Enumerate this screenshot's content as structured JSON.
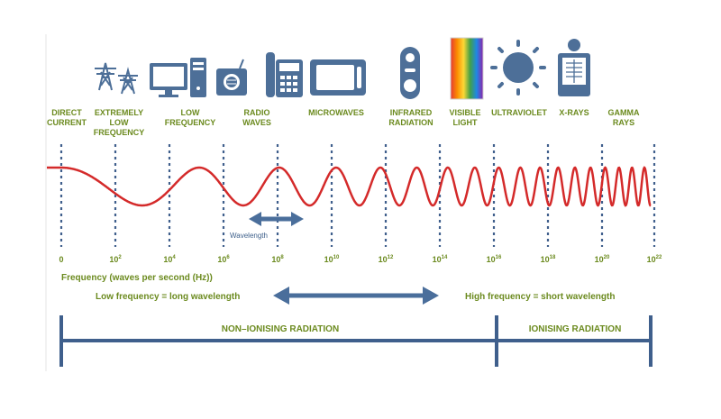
{
  "categories": [
    {
      "id": "direct-current",
      "lines": [
        "DIRECT",
        "CURRENT"
      ],
      "icon": "none"
    },
    {
      "id": "extremely-low-frequency",
      "lines": [
        "EXTREMELY",
        "LOW",
        "FREQUENCY"
      ],
      "icon": "power-pylon-icon"
    },
    {
      "id": "low-frequency",
      "lines": [
        "LOW",
        "FREQUENCY"
      ],
      "icon": "desktop-computer-icon"
    },
    {
      "id": "radio-waves",
      "lines": [
        "RADIO",
        "WAVES"
      ],
      "icon": "radio-icon"
    },
    {
      "id": "radio-waves-phone",
      "lines": [],
      "icon": "telephone-icon"
    },
    {
      "id": "microwaves",
      "lines": [
        "MICROWAVES"
      ],
      "icon": "microwave-oven-icon"
    },
    {
      "id": "infrared-radiation",
      "lines": [
        "INFRARED",
        "RADIATION"
      ],
      "icon": "remote-control-icon"
    },
    {
      "id": "visible-light",
      "lines": [
        "VISIBLE",
        "LIGHT"
      ],
      "icon": "rainbow-spectrum-icon"
    },
    {
      "id": "ultraviolet",
      "lines": [
        "ULTRAVIOLET"
      ],
      "icon": "sun-icon"
    },
    {
      "id": "x-rays",
      "lines": [
        "X-RAYS"
      ],
      "icon": "x-ray-scanner-icon"
    },
    {
      "id": "gamma-rays",
      "lines": [
        "GAMMA",
        "RAYS"
      ],
      "icon": "none"
    }
  ],
  "frequency_ticks": [
    {
      "base": "0",
      "exp": ""
    },
    {
      "base": "10",
      "exp": "2"
    },
    {
      "base": "10",
      "exp": "4"
    },
    {
      "base": "10",
      "exp": "6"
    },
    {
      "base": "10",
      "exp": "8"
    },
    {
      "base": "10",
      "exp": "10"
    },
    {
      "base": "10",
      "exp": "12"
    },
    {
      "base": "10",
      "exp": "14"
    },
    {
      "base": "10",
      "exp": "16"
    },
    {
      "base": "10",
      "exp": "18"
    },
    {
      "base": "10",
      "exp": "20"
    },
    {
      "base": "10",
      "exp": "22"
    }
  ],
  "axis_label": "Frequency (waves per second (Hz))",
  "wavelength_label": "Wavelength",
  "low_note": "Low frequency = long wavelength",
  "high_note": "High frequency = short wavelength",
  "bands": {
    "non_ionising": "NON–IONISING RADIATION",
    "ionising": "IONISING RADIATION"
  },
  "colors": {
    "wave": "#d42a2a",
    "icon": "#4d6f98",
    "label": "#6b8a1e",
    "arrow": "#4a6e9b",
    "dotted_line": "#3f5f8c"
  }
}
